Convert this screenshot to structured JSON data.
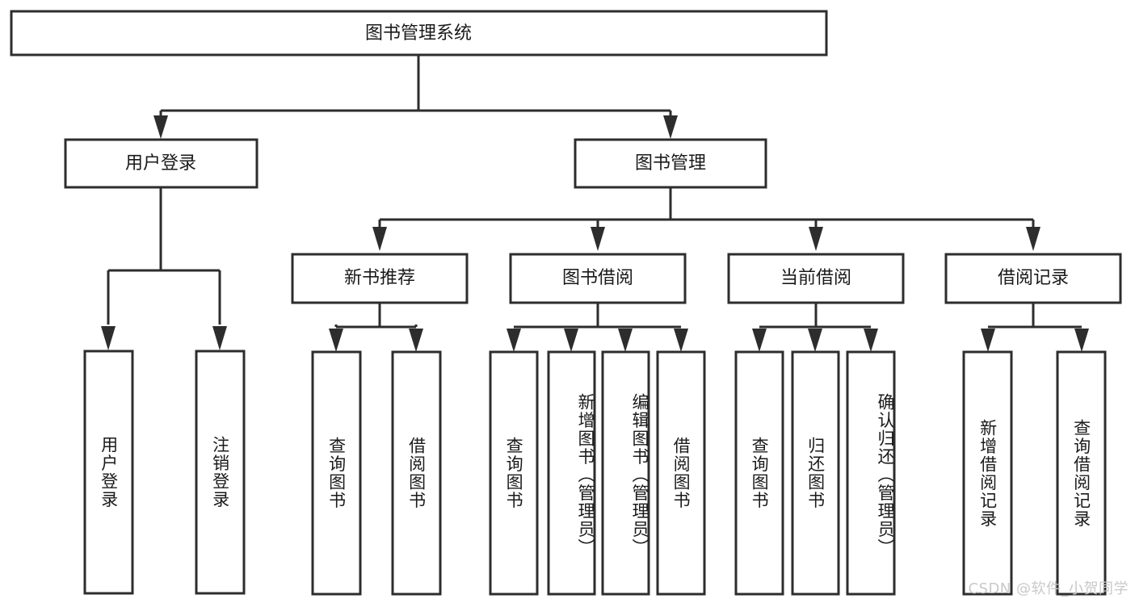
{
  "diagram": {
    "title": "图书管理系统",
    "type": "tree-hierarchy-chart",
    "root": {
      "label": "图书管理系统"
    },
    "level2": [
      {
        "label": "用户登录"
      },
      {
        "label": "图书管理"
      }
    ],
    "level3": [
      {
        "label": "新书推荐"
      },
      {
        "label": "图书借阅"
      },
      {
        "label": "当前借阅"
      },
      {
        "label": "借阅记录"
      }
    ],
    "leaves": {
      "user_login": [
        {
          "label": "用户登录"
        },
        {
          "label": "注销登录"
        }
      ],
      "new_book_recommend": [
        {
          "label": "查询图书"
        },
        {
          "label": "借阅图书"
        }
      ],
      "book_borrow": [
        {
          "label": "查询图书"
        },
        {
          "label": "新增图书（管理员）"
        },
        {
          "label": "编辑图书（管理员）"
        },
        {
          "label": "借阅图书"
        }
      ],
      "current_borrow": [
        {
          "label": "查询图书"
        },
        {
          "label": "归还图书"
        },
        {
          "label": "确认归还（管理员）"
        }
      ],
      "borrow_record": [
        {
          "label": "新增借阅记录"
        },
        {
          "label": "查询借阅记录"
        }
      ]
    }
  },
  "watermark": {
    "text": "CSDN @软件_小贺同学"
  },
  "colors": {
    "stroke": "#2d2d2d",
    "fill": "#ffffff",
    "text": "#1a1a1a",
    "watermark": "#c9c9c9"
  }
}
